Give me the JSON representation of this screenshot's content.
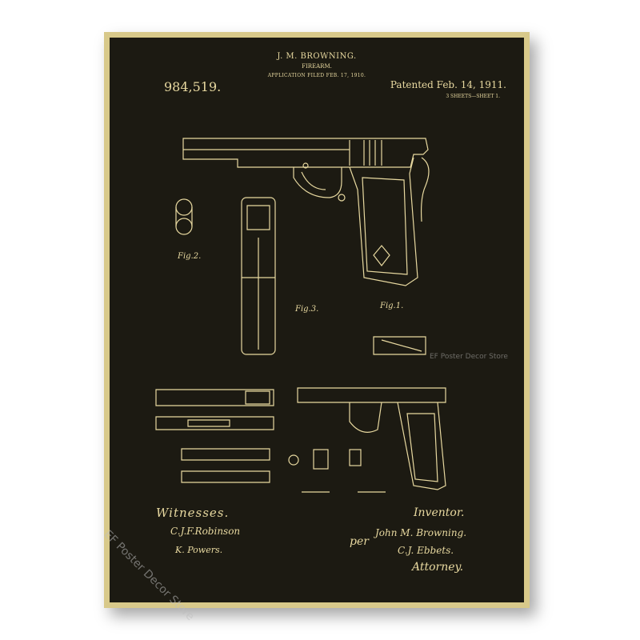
{
  "patent": {
    "inventor_header": "J. M. BROWNING.",
    "subject": "FIREARM.",
    "application": "APPLICATION FILED FEB. 17, 1910.",
    "number": "984,519.",
    "patented": "Patented Feb. 14, 1911.",
    "sheets": "3 SHEETS—SHEET 1."
  },
  "figures": {
    "fig1": "Fig.1.",
    "fig2": "Fig.2.",
    "fig3": "Fig.3."
  },
  "signatures": {
    "witnesses_label": "Witnesses.",
    "witness1": "C.J.F.Robinson",
    "witness2": "K. Powers.",
    "inventor_label": "Inventor.",
    "per": "per",
    "inventor": "John M. Browning.",
    "attorney_name": "C.J. Ebbets.",
    "attorney_label": "Attorney."
  },
  "watermarks": {
    "center": "EF Poster Decor Store",
    "corner": "EF Poster Decor Store"
  },
  "colors": {
    "background": "#1c1a12",
    "ink": "#e8d9a0",
    "frame": "#d8c98a"
  }
}
